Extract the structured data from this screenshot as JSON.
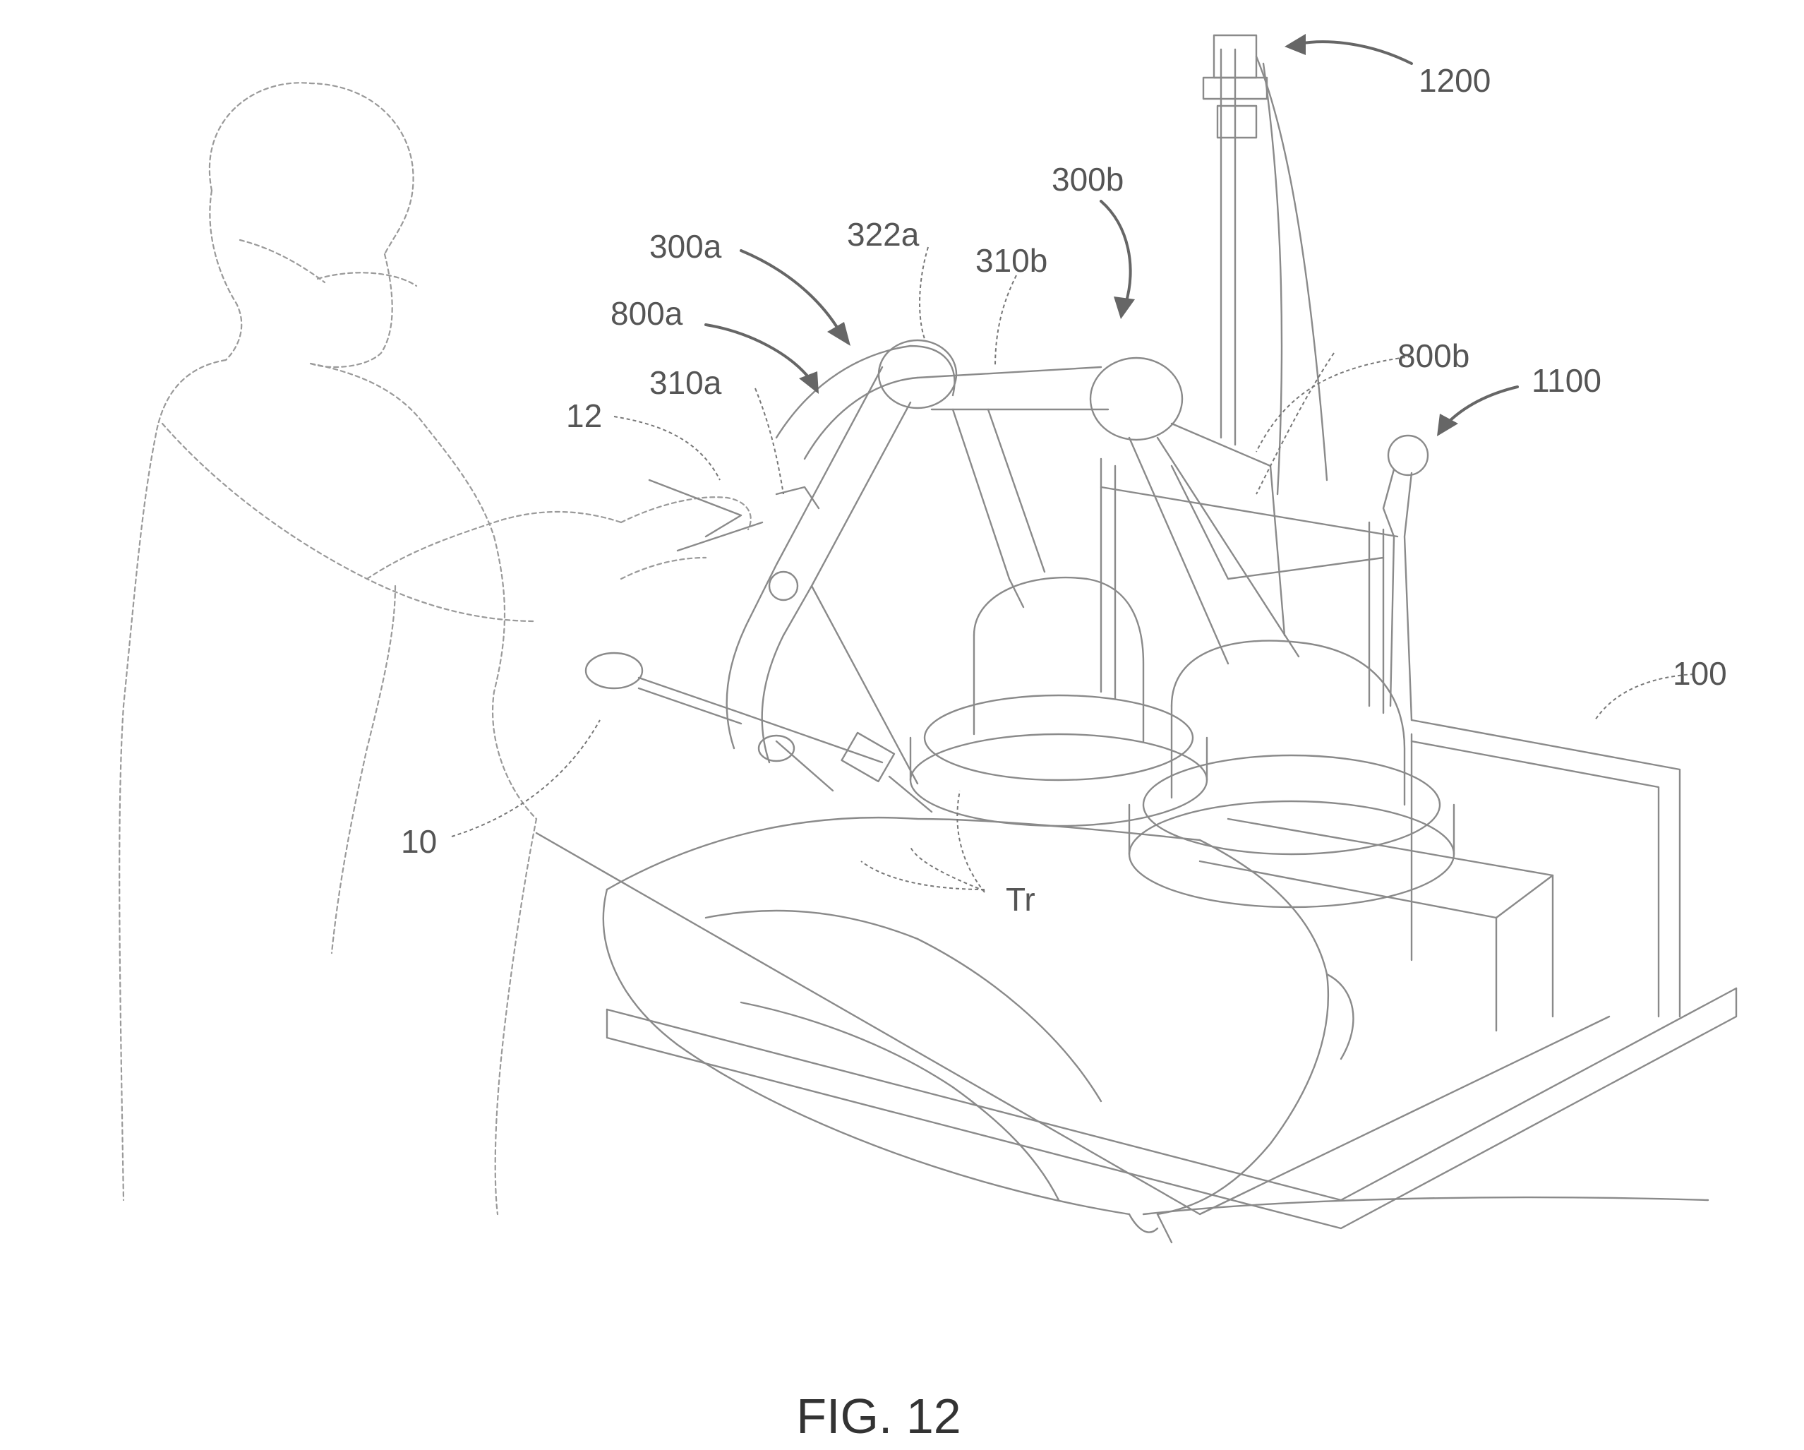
{
  "figure": {
    "caption": "FIG. 12",
    "labels": {
      "arm_assembly_a": "300a",
      "arm_assembly_b": "300b",
      "arm_link_322a": "322a",
      "arm_link_310b": "310b",
      "arm_link_310a": "310a",
      "drape_a": "800a",
      "drape_b": "800b",
      "camera_mount": "1200",
      "console_unit": "1100",
      "instrument_handle": "12",
      "surgical_tool": "10",
      "trocars": "Tr",
      "table_frame": "100"
    }
  }
}
